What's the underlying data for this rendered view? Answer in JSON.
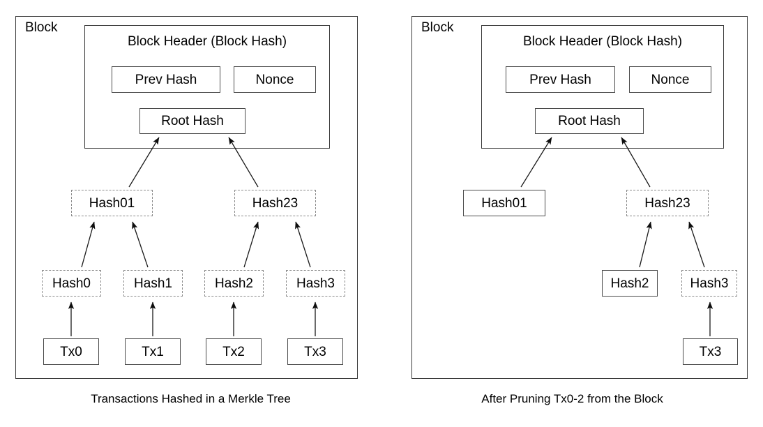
{
  "diagram": {
    "title": "Merkle Tree and Pruning Diagram",
    "colors": {
      "background": "#ffffff",
      "solid_border": "#4a4a4a",
      "dashed_border": "#8a8a8a",
      "outline_border": "#3a3a3a",
      "text": "#000000",
      "arrow": "#1a1a1a"
    },
    "panels": [
      {
        "id": "left",
        "block_label": "Block",
        "header_title": "Block Header (Block Hash)",
        "caption": "Transactions Hashed in a Merkle Tree",
        "nodes": [
          {
            "id": "prev-hash",
            "label": "Prev Hash",
            "style": "solid"
          },
          {
            "id": "nonce",
            "label": "Nonce",
            "style": "solid"
          },
          {
            "id": "root-hash",
            "label": "Root Hash",
            "style": "solid"
          },
          {
            "id": "hash01",
            "label": "Hash01",
            "style": "dashed"
          },
          {
            "id": "hash23",
            "label": "Hash23",
            "style": "dashed"
          },
          {
            "id": "hash0",
            "label": "Hash0",
            "style": "dashed"
          },
          {
            "id": "hash1",
            "label": "Hash1",
            "style": "dashed"
          },
          {
            "id": "hash2",
            "label": "Hash2",
            "style": "dashed"
          },
          {
            "id": "hash3",
            "label": "Hash3",
            "style": "dashed"
          },
          {
            "id": "tx0",
            "label": "Tx0",
            "style": "solid"
          },
          {
            "id": "tx1",
            "label": "Tx1",
            "style": "solid"
          },
          {
            "id": "tx2",
            "label": "Tx2",
            "style": "solid"
          },
          {
            "id": "tx3",
            "label": "Tx3",
            "style": "solid"
          }
        ],
        "edges": [
          "hash01 -> root-hash",
          "hash23 -> root-hash",
          "hash0 -> hash01",
          "hash1 -> hash01",
          "hash2 -> hash23",
          "hash3 -> hash23",
          "tx0 -> hash0",
          "tx1 -> hash1",
          "tx2 -> hash2",
          "tx3 -> hash3"
        ]
      },
      {
        "id": "right",
        "block_label": "Block",
        "header_title": "Block Header (Block Hash)",
        "caption": "After Pruning Tx0-2 from the Block",
        "nodes": [
          {
            "id": "prev-hash",
            "label": "Prev Hash",
            "style": "solid"
          },
          {
            "id": "nonce",
            "label": "Nonce",
            "style": "solid"
          },
          {
            "id": "root-hash",
            "label": "Root Hash",
            "style": "solid"
          },
          {
            "id": "hash01",
            "label": "Hash01",
            "style": "solid"
          },
          {
            "id": "hash23",
            "label": "Hash23",
            "style": "dashed"
          },
          {
            "id": "hash2",
            "label": "Hash2",
            "style": "solid"
          },
          {
            "id": "hash3",
            "label": "Hash3",
            "style": "dashed"
          },
          {
            "id": "tx3",
            "label": "Tx3",
            "style": "solid"
          }
        ],
        "edges": [
          "hash01 -> root-hash",
          "hash23 -> root-hash",
          "hash2 -> hash23",
          "hash3 -> hash23",
          "tx3 -> hash3"
        ]
      }
    ]
  }
}
